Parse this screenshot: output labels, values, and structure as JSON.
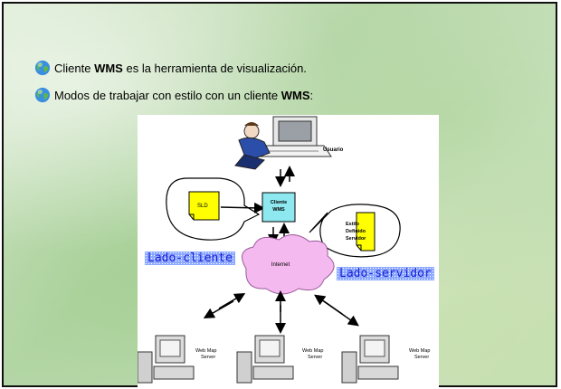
{
  "bullets": [
    {
      "pre": "Cliente ",
      "bold": "WMS",
      "post": " es la herramienta de visualización.",
      "icon": "globe-icon"
    },
    {
      "pre": "Modos de trabajar con estilo con un cliente ",
      "bold": "WMS",
      "post": ":",
      "icon": "globe-icon"
    }
  ],
  "diagram": {
    "usuario": "Usuario",
    "sld": "SLD",
    "cliente_line1": "Cliente",
    "cliente_line2": "WMS",
    "estilo_line1": "Estilo",
    "estilo_line2": "Definido",
    "estilo_line3": "Servidor",
    "internet": "Internet",
    "lado_cliente": "Lado-cliente",
    "lado_servidor": "Lado-servidor",
    "server_line1": "Web Map",
    "server_line2": "Server",
    "colors": {
      "cliente_box": "#8ee8f0",
      "note_yellow": "#ffff00",
      "cloud": "#f4b9ef",
      "tag_text": "#1b1bd6"
    }
  }
}
